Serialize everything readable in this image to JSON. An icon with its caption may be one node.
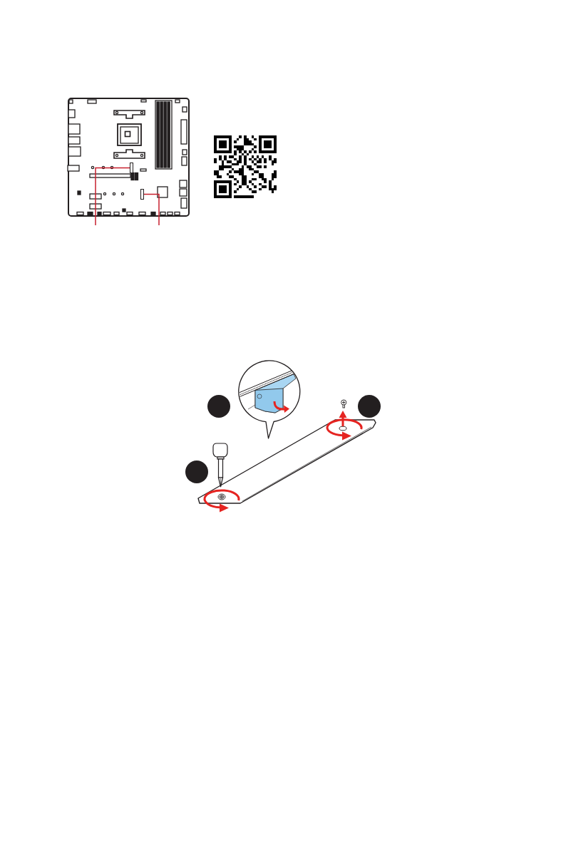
{
  "diagram": {
    "nodes": [
      {
        "text": [],
        "shape": "box"
      },
      {
        "text": [],
        "shape": "box"
      },
      {
        "text": [],
        "shape": "circle"
      },
      {
        "text": [],
        "shape": "circle"
      },
      {
        "text": [],
        "shape": "circle"
      }
    ],
    "edges": [
      {
        "from": null,
        "to": 0,
        "arrow": "none"
      },
      {
        "from": null,
        "to": 1,
        "arrow": "none"
      }
    ]
  }
}
